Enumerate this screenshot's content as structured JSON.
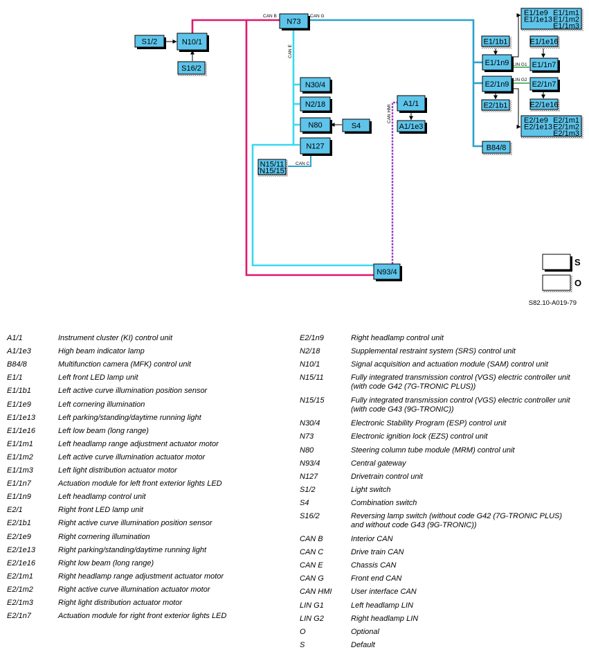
{
  "diagram": {
    "components": [
      {
        "id": "N73",
        "label": "N73",
        "kind": "default"
      },
      {
        "id": "S1/2",
        "label": "S1/2",
        "kind": "default"
      },
      {
        "id": "N10/1",
        "label": "N10/1",
        "kind": "default"
      },
      {
        "id": "S16/2",
        "label": "S16/2",
        "kind": "optional"
      },
      {
        "id": "N30/4",
        "label": "N30/4",
        "kind": "default"
      },
      {
        "id": "N2/18",
        "label": "N2/18",
        "kind": "default"
      },
      {
        "id": "N80",
        "label": "N80",
        "kind": "default"
      },
      {
        "id": "S4",
        "label": "S4",
        "kind": "default"
      },
      {
        "id": "N127",
        "label": "N127",
        "kind": "default"
      },
      {
        "id": "N15",
        "label": "N15/11\n(N15/15)",
        "kind": "optional"
      },
      {
        "id": "A1/1",
        "label": "A1/1",
        "kind": "default"
      },
      {
        "id": "A1/1e3",
        "label": "A1/1e3",
        "kind": "default"
      },
      {
        "id": "N93/4",
        "label": "N93/4",
        "kind": "default"
      },
      {
        "id": "E1/1b1",
        "label": "E1/1b1",
        "kind": "optional"
      },
      {
        "id": "E1/1n9",
        "label": "E1/1n9",
        "kind": "default"
      },
      {
        "id": "E2/1n9",
        "label": "E2/1n9",
        "kind": "default"
      },
      {
        "id": "E2/1b1",
        "label": "E2/1b1",
        "kind": "optional"
      },
      {
        "id": "B84/8",
        "label": "B84/8",
        "kind": "optional"
      },
      {
        "id": "E1top",
        "label": "E1/1e9\nE1/1e13",
        "label_right": "E1/1m1\nE1/1m2\nE1/1m3",
        "kind": "optional"
      },
      {
        "id": "E1/1e16",
        "label": "E1/1e16",
        "kind": "optional"
      },
      {
        "id": "E1/1n7",
        "label": "E1/1n7",
        "kind": "default"
      },
      {
        "id": "E2/1n7",
        "label": "E2/1n7",
        "kind": "default"
      },
      {
        "id": "E2/1e16",
        "label": "E2/1e16",
        "kind": "optional"
      },
      {
        "id": "E2bot",
        "label": "E2/1e9\nE2/1e13",
        "label_right": "E2/1m1\nE2/1m2\nE2/1m3",
        "kind": "optional"
      }
    ],
    "bus_labels": {
      "can_b": "CAN B",
      "can_g": "CAN G",
      "can_e": "CAN E",
      "can_c": "CAN C",
      "can_hmi": "CAN HMI",
      "lin_g1": "LIN G1",
      "lin_g2": "LIN G2"
    },
    "bus_colors": {
      "can_b": "#e0166e",
      "can_g": "#2aa1cf",
      "can_e": "#37d9f0",
      "can_hmi": "#9a3fc4",
      "lin": "#2a9e3e",
      "component_fill": "#5ec4ea"
    },
    "key": [
      {
        "symbol": "S",
        "kind": "default"
      },
      {
        "symbol": "O",
        "kind": "optional"
      }
    ],
    "figure_code": "S82.10-A019-79"
  },
  "legend": {
    "left": [
      {
        "code": "A1/1",
        "desc": "Instrument cluster (KI) control unit"
      },
      {
        "code": "A1/1e3",
        "desc": "High beam indicator lamp"
      },
      {
        "code": "B84/8",
        "desc": "Multifunction camera (MFK) control unit"
      },
      {
        "code": "E1/1",
        "desc": "Left front LED lamp unit"
      },
      {
        "code": "E1/1b1",
        "desc": "Left active curve illumination position sensor"
      },
      {
        "code": "E1/1e9",
        "desc": "Left cornering illumination"
      },
      {
        "code": "E1/1e13",
        "desc": "Left parking/standing/daytime running light"
      },
      {
        "code": "E1/1e16",
        "desc": "Left low beam (long range)"
      },
      {
        "code": "E1/1m1",
        "desc": "Left headlamp range adjustment actuator motor"
      },
      {
        "code": "E1/1m2",
        "desc": "Left active curve illumination actuator motor"
      },
      {
        "code": "E1/1m3",
        "desc": "Left light distribution actuator motor"
      },
      {
        "code": "E1/1n7",
        "desc": "Actuation module for left front exterior lights LED"
      },
      {
        "code": "E1/1n9",
        "desc": "Left headlamp control unit"
      },
      {
        "code": "E2/1",
        "desc": "Right front LED lamp unit"
      },
      {
        "code": "E2/1b1",
        "desc": "Right active curve illumination position sensor"
      },
      {
        "code": "E2/1e9",
        "desc": "Right cornering illumination"
      },
      {
        "code": "E2/1e13",
        "desc": "Right parking/standing/daytime running light"
      },
      {
        "code": "E2/1e16",
        "desc": "Right low beam (long range)"
      },
      {
        "code": "E2/1m1",
        "desc": "Right headlamp range adjustment actuator motor"
      },
      {
        "code": "E2/1m2",
        "desc": "Right active curve illumination actuator motor"
      },
      {
        "code": "E2/1m3",
        "desc": "Right light distribution actuator motor"
      },
      {
        "code": "E2/1n7",
        "desc": "Actuation module for right front exterior lights LED"
      }
    ],
    "right": [
      {
        "code": "E2/1n9",
        "desc": "Right headlamp control unit"
      },
      {
        "code": "N2/18",
        "desc": "Supplemental restraint system (SRS) control unit"
      },
      {
        "code": "N10/1",
        "desc": "Signal acquisition and actuation module (SAM) control unit"
      },
      {
        "code": "N15/11",
        "desc": "Fully integrated transmission control (VGS) electric controller unit\n(with code G42 (7G-TRONIC PLUS))"
      },
      {
        "code": "N15/15",
        "desc": "Fully integrated transmission control (VGS) electric controller unit\n(with code G43 (9G-TRONIC))"
      },
      {
        "code": "N30/4",
        "desc": "Electronic Stability Program (ESP) control unit"
      },
      {
        "code": "N73",
        "desc": "Electronic ignition lock (EZS) control unit"
      },
      {
        "code": "N80",
        "desc": "Steering column tube module (MRM) control unit"
      },
      {
        "code": "N93/4",
        "desc": "Central gateway"
      },
      {
        "code": "N127",
        "desc": "Drivetrain control unit"
      },
      {
        "code": "S1/2",
        "desc": "Light switch"
      },
      {
        "code": "S4",
        "desc": "Combination switch"
      },
      {
        "code": "S16/2",
        "desc": "Reversing lamp switch (without code G42 (7G-TRONIC PLUS)\nand without code G43 (9G-TRONIC))"
      },
      {
        "code": "CAN B",
        "desc": "Interior CAN"
      },
      {
        "code": "CAN C",
        "desc": "Drive train CAN"
      },
      {
        "code": "CAN E",
        "desc": "Chassis CAN"
      },
      {
        "code": "CAN G",
        "desc": "Front end CAN"
      },
      {
        "code": "CAN HMI",
        "desc": "User interface CAN"
      },
      {
        "code": "LIN G1",
        "desc": "Left headlamp LIN"
      },
      {
        "code": "LIN G2",
        "desc": "Right headlamp LIN"
      },
      {
        "code": "O",
        "desc": "Optional"
      },
      {
        "code": "S",
        "desc": "Default"
      }
    ]
  }
}
